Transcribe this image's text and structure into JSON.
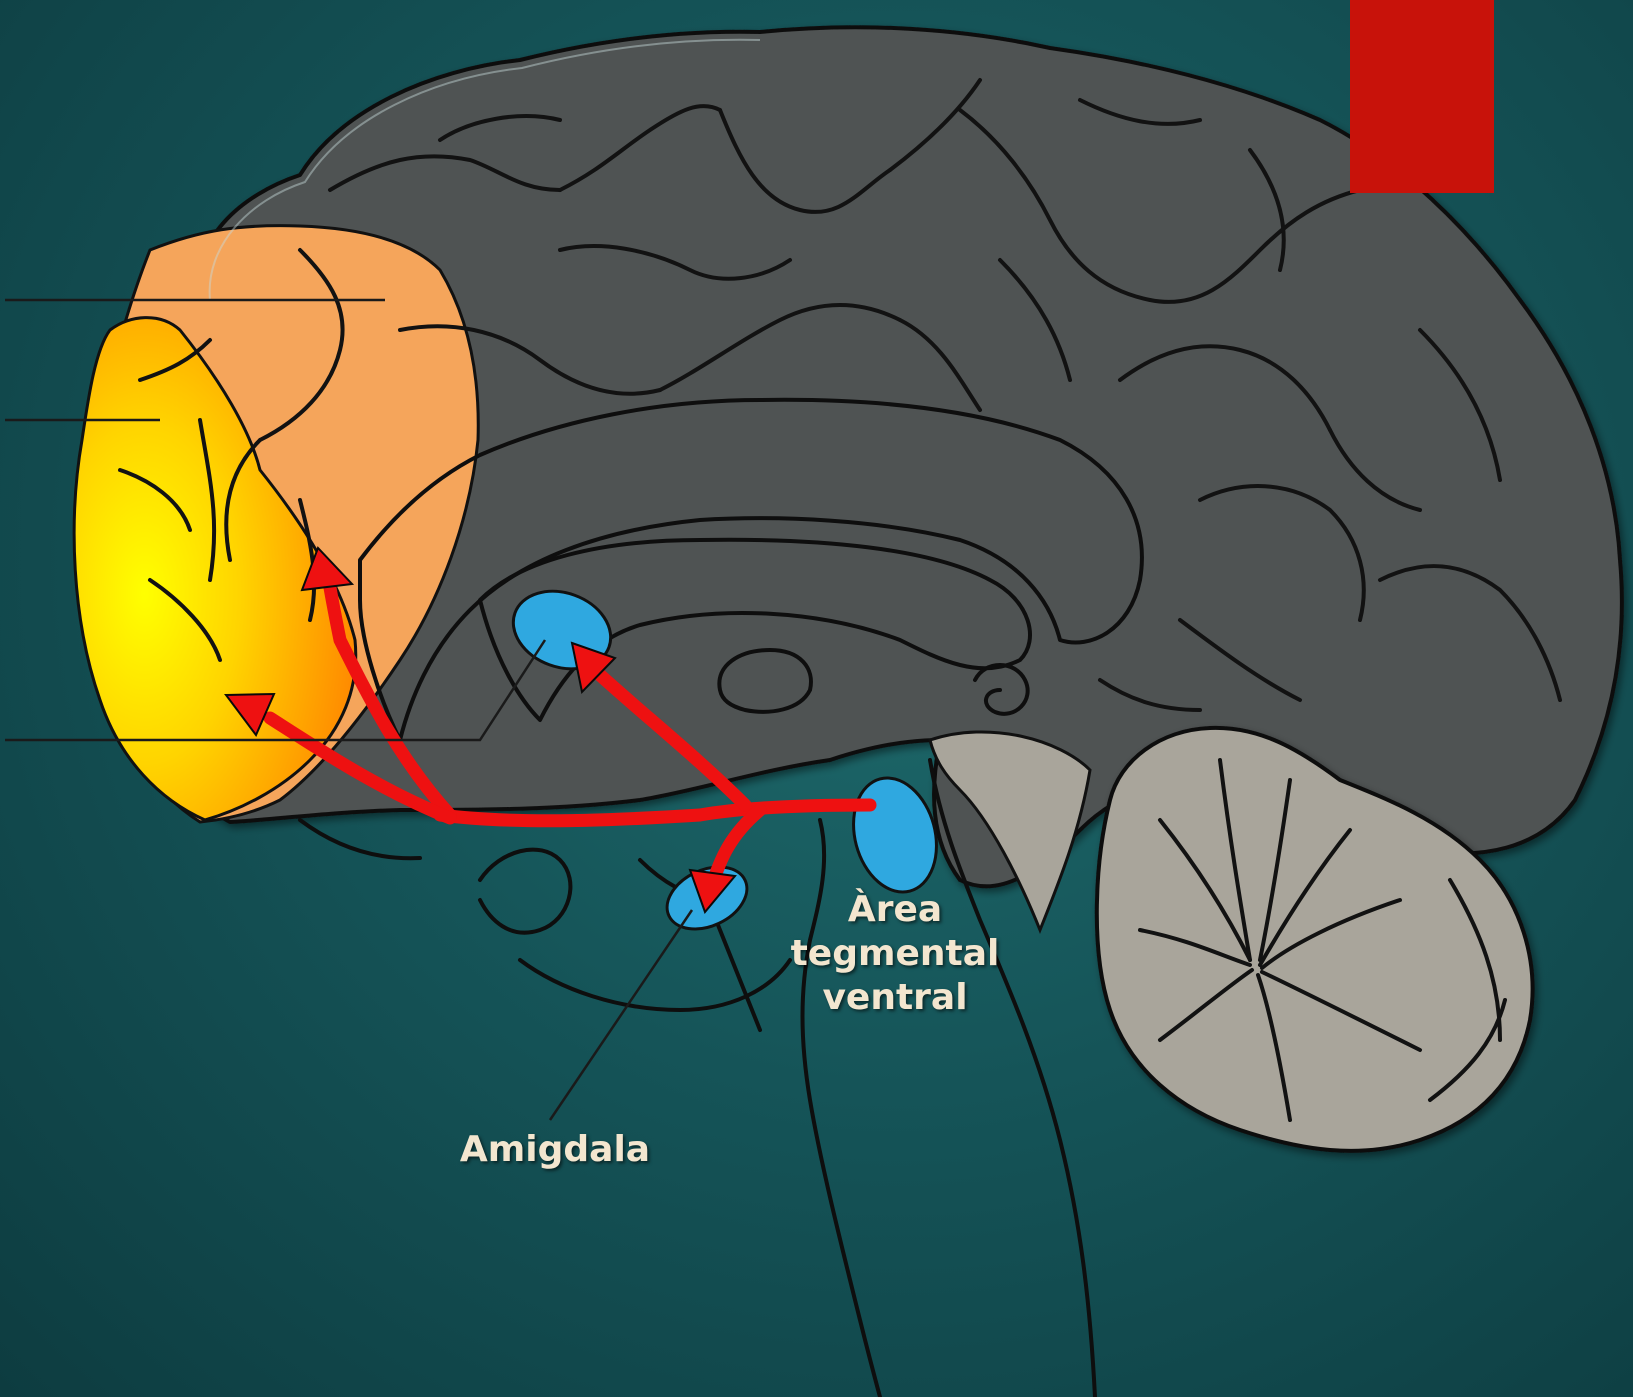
{
  "labels": {
    "vta": [
      "Àrea",
      "tegmental",
      "ventral"
    ],
    "amygdala": "Amigdala"
  },
  "colors": {
    "background": "#155458",
    "cortex": "#4f5352",
    "cerebellum": "#a9a59b",
    "prefrontal_outer": "#f5a55b",
    "prefrontal_inner_hot": "#ffef00",
    "prefrontal_inner_warm": "#ff8a00",
    "nuclei": "#2fa8e0",
    "pathway_arrows": "#ee1111",
    "corner_tab": "#c8120a",
    "label_text": "#f3e6cf"
  },
  "icons": {
    "corner_tab": "red-rectangle-marker",
    "pathway": "arrow-icon"
  }
}
